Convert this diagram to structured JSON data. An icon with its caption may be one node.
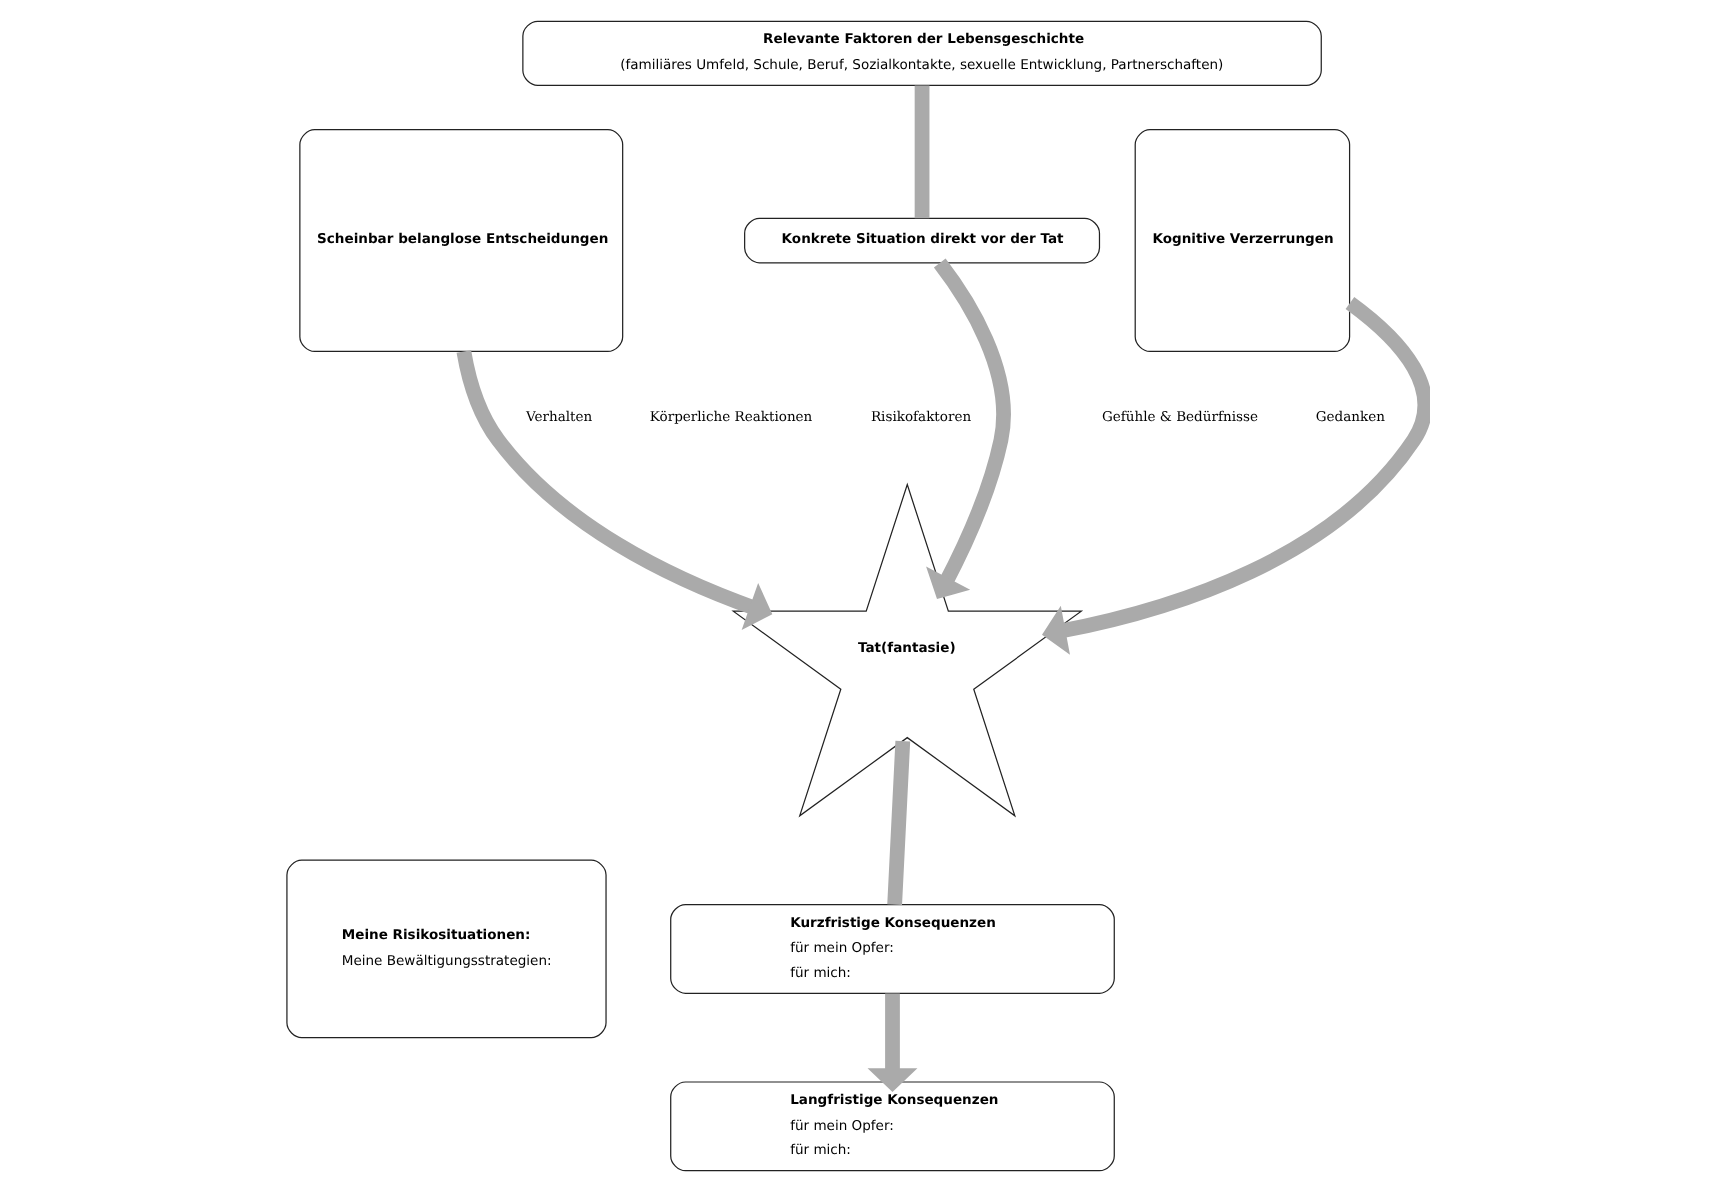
{
  "diagram": {
    "nodes": [
      {
        "text": [
          "Relevante Faktoren der Lebensgeschichte",
          "(familiäres Umfeld, Schule, Beruf, Sozialkontakte, sexuelle Entwicklung, Partnerschaften)"
        ]
      },
      {
        "text": [
          "Scheinbar belanglose Entscheidungen"
        ]
      },
      {
        "text": [
          "Kognitive Verzerrungen"
        ]
      },
      {
        "text": [
          "Konkrete Situation direkt vor der Tat"
        ]
      },
      {
        "text": [
          "Tat(fantasie)"
        ]
      },
      {
        "text": [
          "Meine Risikosituationen:",
          "Meine Bewältigungsstrategien:"
        ]
      },
      {
        "text": [
          "Kurzfristige Konsequenzen",
          "für mein Opfer:",
          "für mich:"
        ]
      },
      {
        "text": [
          "Langfristige Konsequenzen",
          "für mein Opfer:",
          "für mich:"
        ]
      }
    ],
    "edges": [
      {
        "from": 0,
        "to": 3,
        "arrow": "none"
      },
      {
        "from": 3,
        "to": 4,
        "arrow": "to"
      },
      {
        "from": 1,
        "to": 4,
        "arrow": "to"
      },
      {
        "from": 2,
        "to": 4,
        "arrow": "to"
      },
      {
        "from": 4,
        "to": 6,
        "arrow": "none"
      },
      {
        "from": 6,
        "to": 7,
        "arrow": "to"
      }
    ],
    "labels": [
      "Verhalten",
      "Körperliche Reaktionen",
      "Risikofaktoren",
      "Gefühle & Bedürfnisse",
      "Gedanken"
    ]
  }
}
